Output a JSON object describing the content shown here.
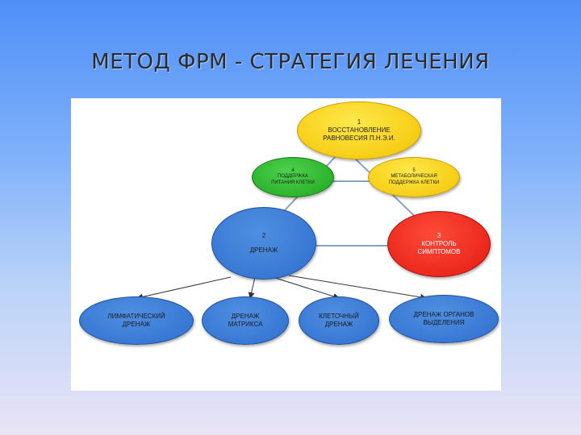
{
  "title": "МЕТОД ФРМ - СТРАТЕГИЯ ЛЕЧЕНИЯ",
  "nodes": {
    "n1": {
      "num": "1",
      "line1": "ВОССТАНОВЛЕНИЕ",
      "line2": "РАВНОВЕСИЯ П.Н.Э.И."
    },
    "n4": {
      "num": "4",
      "line1": "ПОДДЕРЖКА",
      "line2": "ПИТАНИЯ КЛЕТКИ"
    },
    "n5": {
      "num": "5",
      "line1": "МЕТАБОЛИЧЕСКАЯ",
      "line2": "ПОДДЕРЖКА КЛЕТКИ"
    },
    "n2": {
      "num": "2",
      "line1": "ДРЕНАЖ"
    },
    "n3": {
      "num": "3",
      "line1": "КОНТРОЛЬ",
      "line2": "СИМПТОМОВ"
    },
    "d1": {
      "line1": "ЛИМФАТИЧЕСКИЙ",
      "line2": "ДРЕНАЖ"
    },
    "d2": {
      "line1": "ДРЕНАЖ",
      "line2": "МАТРИКСА"
    },
    "d3": {
      "line1": "КЛЕТОЧНЫЙ",
      "line2": "ДРЕНАЖ"
    },
    "d4": {
      "line1": "ДРЕНАЖ ОРГАНОВ",
      "line2": "ВЫДЕЛЕНИЯ"
    }
  },
  "colors": {
    "yellow": "#f7d21a",
    "green": "#2dbb2d",
    "red": "#ee2a1c",
    "blue": "#3a7bd8",
    "connector": "#8aa2c0",
    "arrow": "#333333"
  }
}
